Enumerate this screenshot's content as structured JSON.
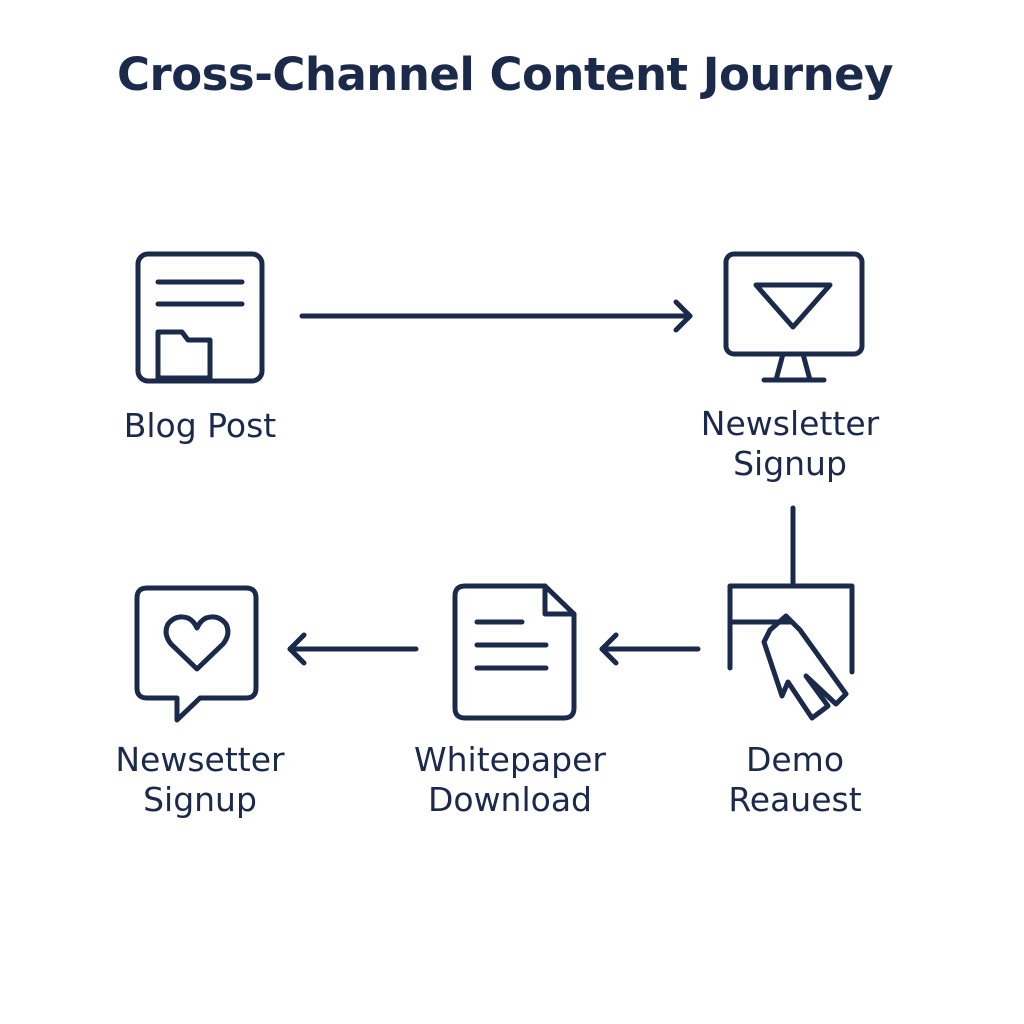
{
  "title": "Cross-Channel Content Journey",
  "colors": {
    "ink": "#1b2a4a",
    "background": "#ffffff"
  },
  "nodes": [
    {
      "id": "blog-post",
      "icon": "article-icon",
      "lines": [
        "Blog Post"
      ]
    },
    {
      "id": "newsletter-signup-1",
      "icon": "monitor-icon",
      "lines": [
        "Newsletter",
        "Signup"
      ]
    },
    {
      "id": "demo-request",
      "icon": "click-hand-icon",
      "lines": [
        "Demo",
        "Reauest"
      ]
    },
    {
      "id": "whitepaper-download",
      "icon": "document-icon",
      "lines": [
        "Whitepaper",
        "Download"
      ]
    },
    {
      "id": "newsletter-signup-2",
      "icon": "heart-chat-icon",
      "lines": [
        "Newsetter",
        "Signup"
      ]
    }
  ],
  "edges": [
    {
      "from": "blog-post",
      "to": "newsletter-signup-1"
    },
    {
      "from": "newsletter-signup-1",
      "to": "demo-request"
    },
    {
      "from": "demo-request",
      "to": "whitepaper-download"
    },
    {
      "from": "whitepaper-download",
      "to": "newsletter-signup-2"
    }
  ]
}
